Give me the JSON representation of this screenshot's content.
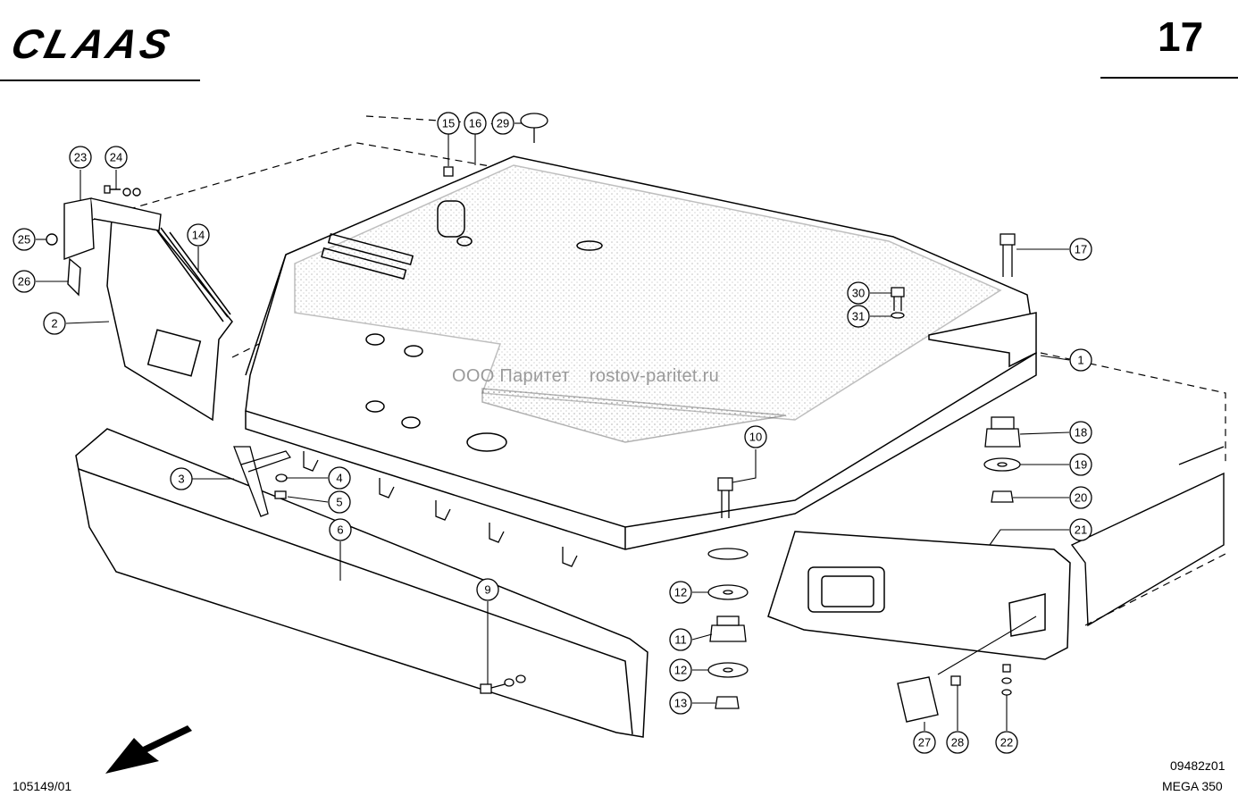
{
  "header": {
    "brand": "CLAAS",
    "page_number": "17"
  },
  "watermark": {
    "company": "ООО Паритет",
    "site": "rostov-paritet.ru"
  },
  "footer": {
    "reference_number": "105149/01",
    "drawing_number": "09482z01",
    "model": "MEGA 350"
  },
  "callouts": [
    "1",
    "2",
    "3",
    "4",
    "5",
    "6",
    "9",
    "10",
    "11",
    "12",
    "12",
    "13",
    "14",
    "15",
    "16",
    "17",
    "18",
    "19",
    "20",
    "21",
    "22",
    "23",
    "24",
    "25",
    "26",
    "27",
    "28",
    "29",
    "30",
    "31"
  ]
}
